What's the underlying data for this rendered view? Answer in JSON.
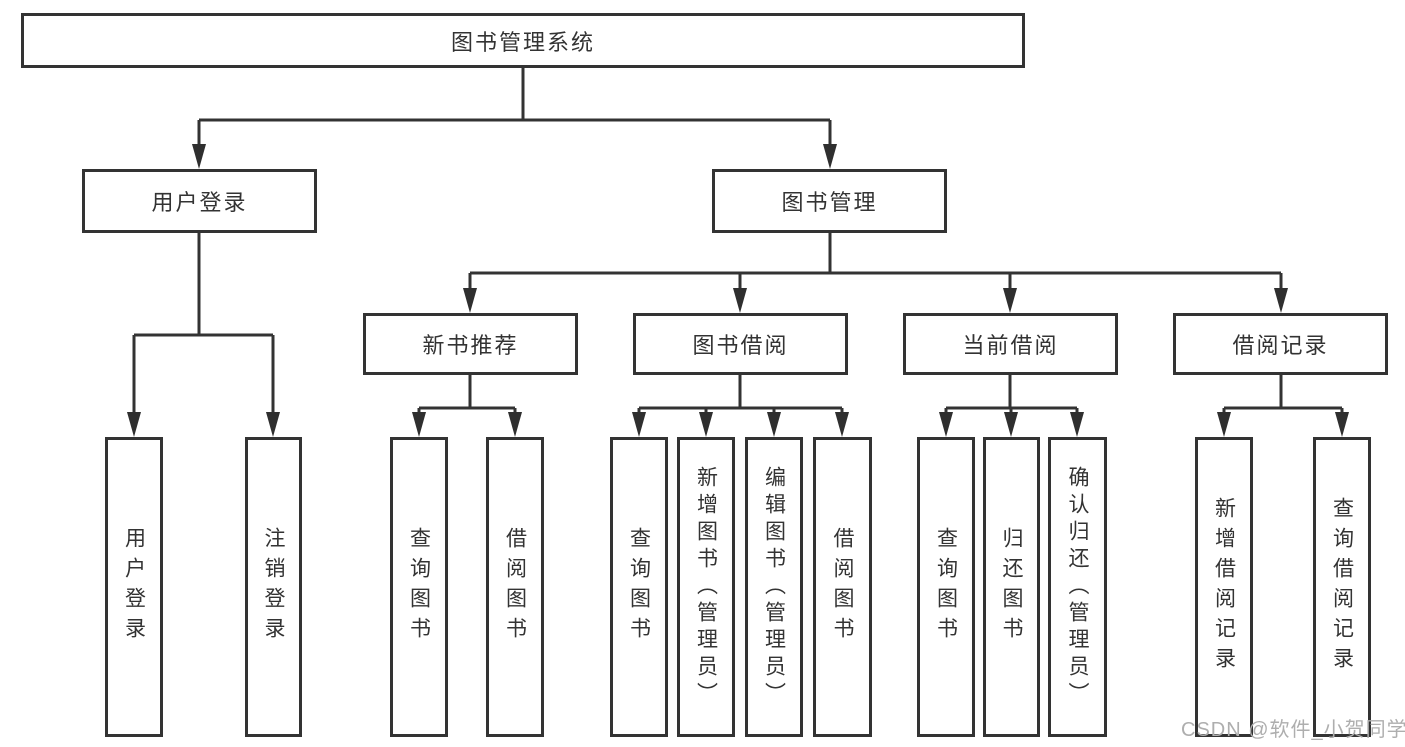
{
  "diagram": {
    "root": {
      "label": "图书管理系统"
    },
    "user_login": {
      "label": "用户登录",
      "children": {
        "login": "用户登录",
        "logout": "注销登录"
      }
    },
    "book_management": {
      "label": "图书管理",
      "children": {
        "new_book_recommendation": {
          "label": "新书推荐",
          "children": {
            "query_books": "查询图书",
            "borrow_books": "借阅图书"
          }
        },
        "book_borrowing": {
          "label": "图书借阅",
          "children": {
            "query_books": "查询图书",
            "add_books_admin": "新增图书（管理员）",
            "edit_books_admin": "编辑图书（管理员）",
            "borrow_books": "借阅图书"
          }
        },
        "current_borrowing": {
          "label": "当前借阅",
          "children": {
            "query_books": "查询图书",
            "return_books": "归还图书",
            "confirm_return_admin": "确认归还（管理员）"
          }
        },
        "borrowing_records": {
          "label": "借阅记录",
          "children": {
            "add_borrow_record": "新增借阅记录",
            "query_borrow_record": "查询借阅记录"
          }
        }
      }
    },
    "colors": {
      "line": "#333333",
      "background": "#ffffff",
      "watermark": "#aeaeae"
    }
  },
  "watermark": "CSDN @软件_小贺同学"
}
